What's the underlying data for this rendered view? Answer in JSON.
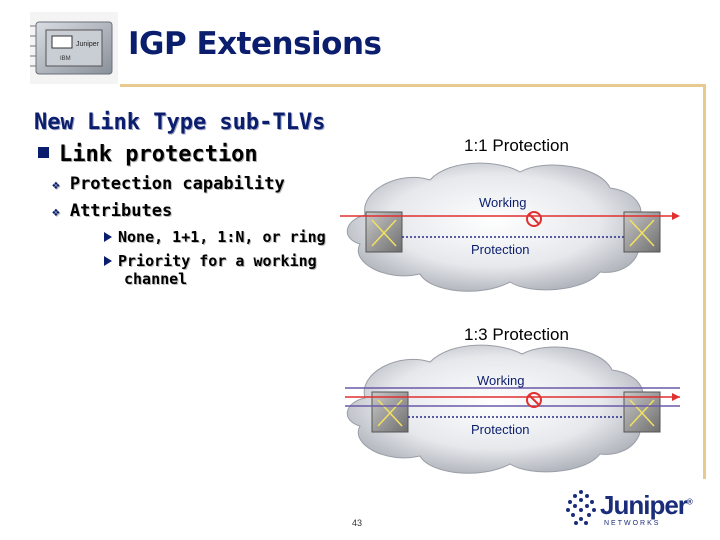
{
  "title": "IGP Extensions",
  "heading": "New Link Type sub-TLVs",
  "bullet1": "Link protection",
  "sub_bullets": [
    "Protection capability",
    "Attributes"
  ],
  "attr_items": [
    "None, 1+1, 1:N, or ring",
    "Priority for a working",
    "channel"
  ],
  "diagram1": {
    "title": "1:1 Protection",
    "working": "Working",
    "protection": "Protection"
  },
  "diagram2": {
    "title": "1:3 Protection",
    "working": "Working",
    "protection": "Protection"
  },
  "page_number": "43",
  "logo": {
    "name": "Juniper",
    "sub": "NETWORKS",
    "reg": "®"
  },
  "colors": {
    "title": "#0b1e6e",
    "accent_rule": "#e8c990",
    "working_line": "#e03030",
    "protection_line": "#2a2a8a"
  }
}
